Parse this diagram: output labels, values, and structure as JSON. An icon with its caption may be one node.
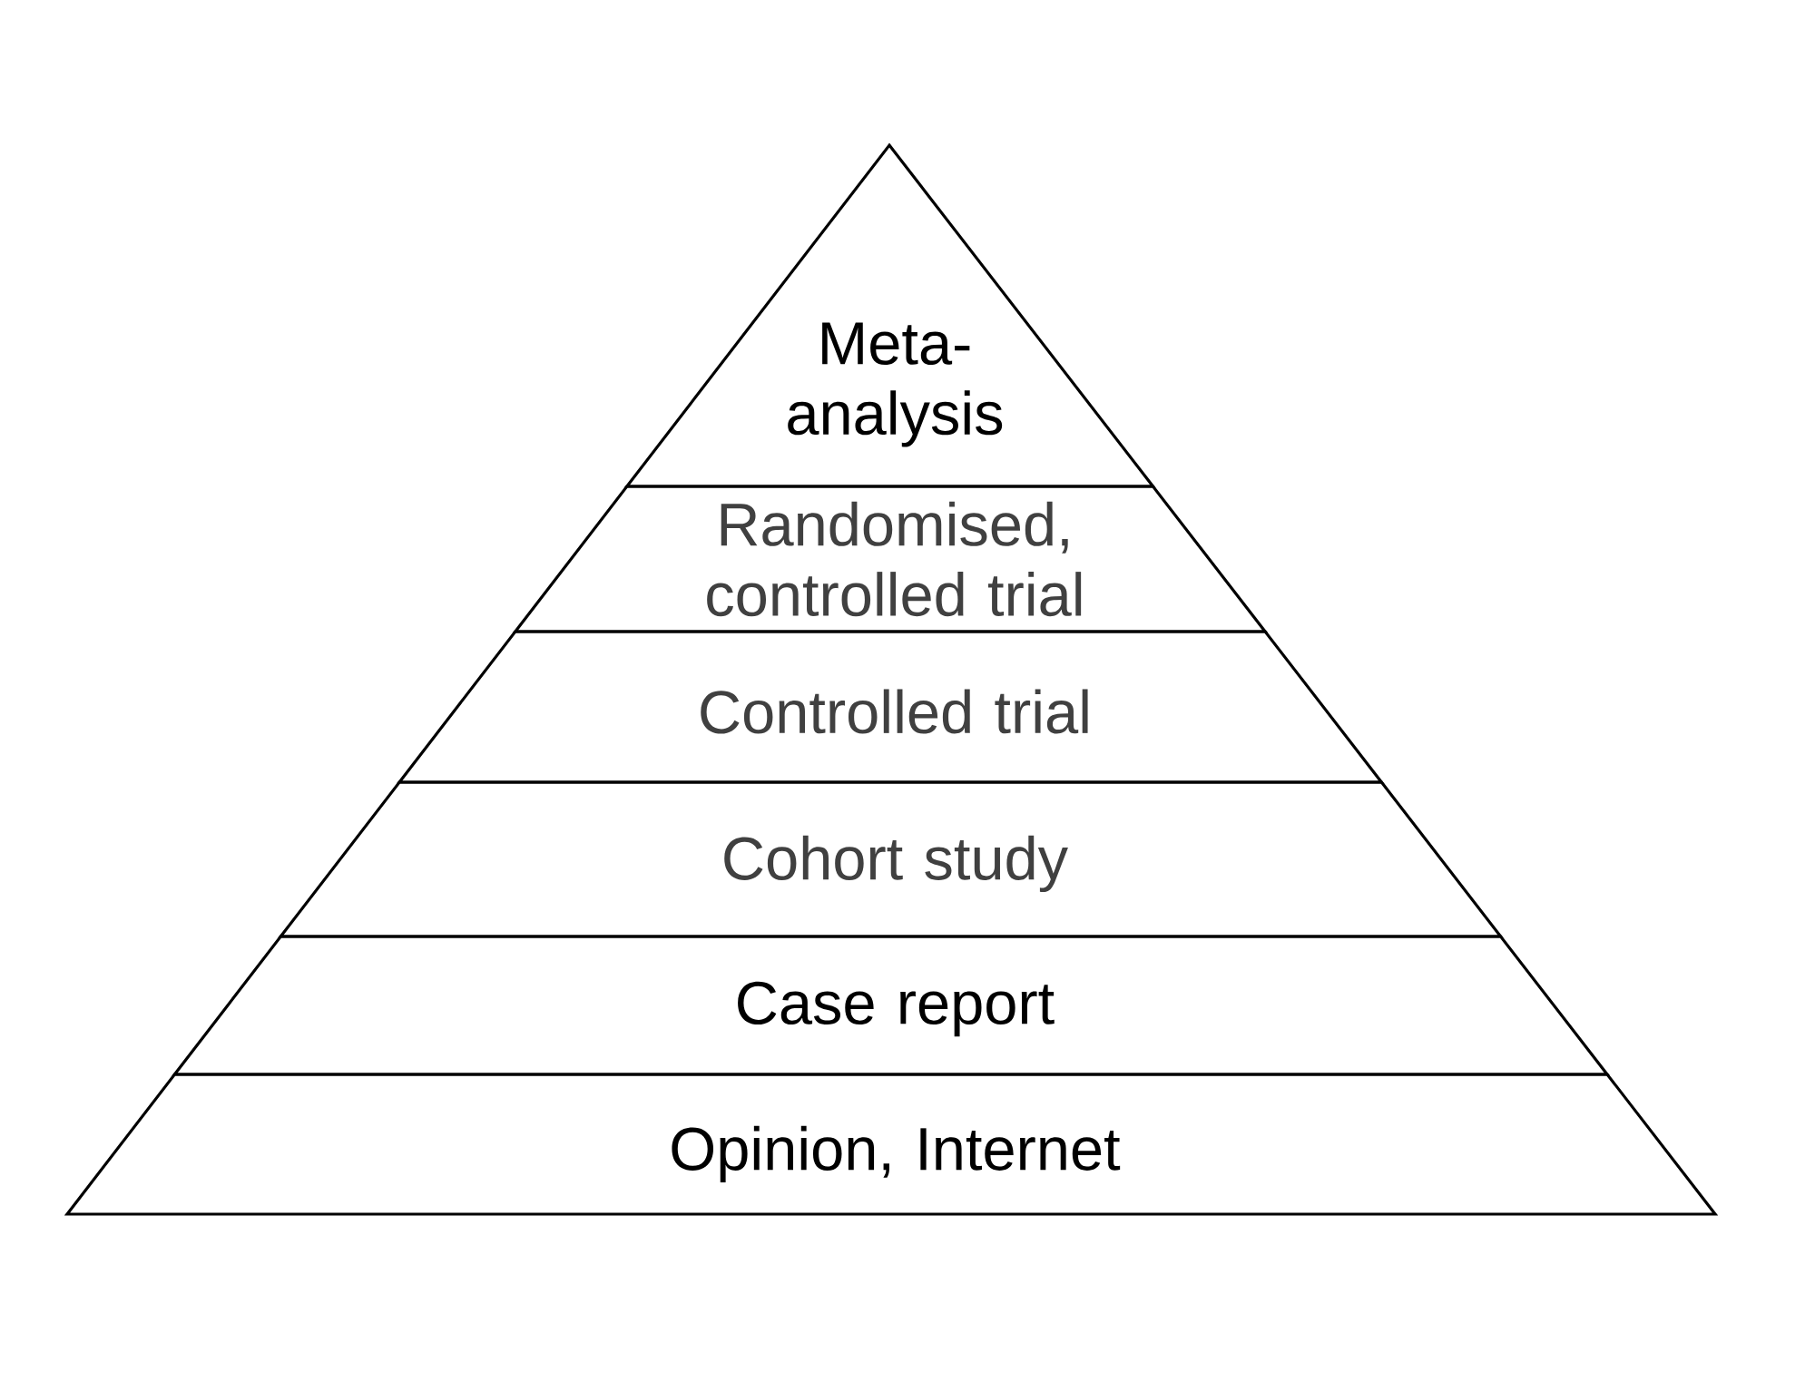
{
  "diagram": {
    "nodes": [
      {
        "text": [
          "Meta-analysis"
        ]
      },
      {
        "text": [
          "Randomised, controlled trial"
        ]
      },
      {
        "text": [
          "Controlled trial"
        ]
      },
      {
        "text": [
          "Cohort study"
        ]
      },
      {
        "text": [
          "Case report"
        ]
      },
      {
        "text": [
          "Opinion, Internet"
        ]
      }
    ]
  }
}
